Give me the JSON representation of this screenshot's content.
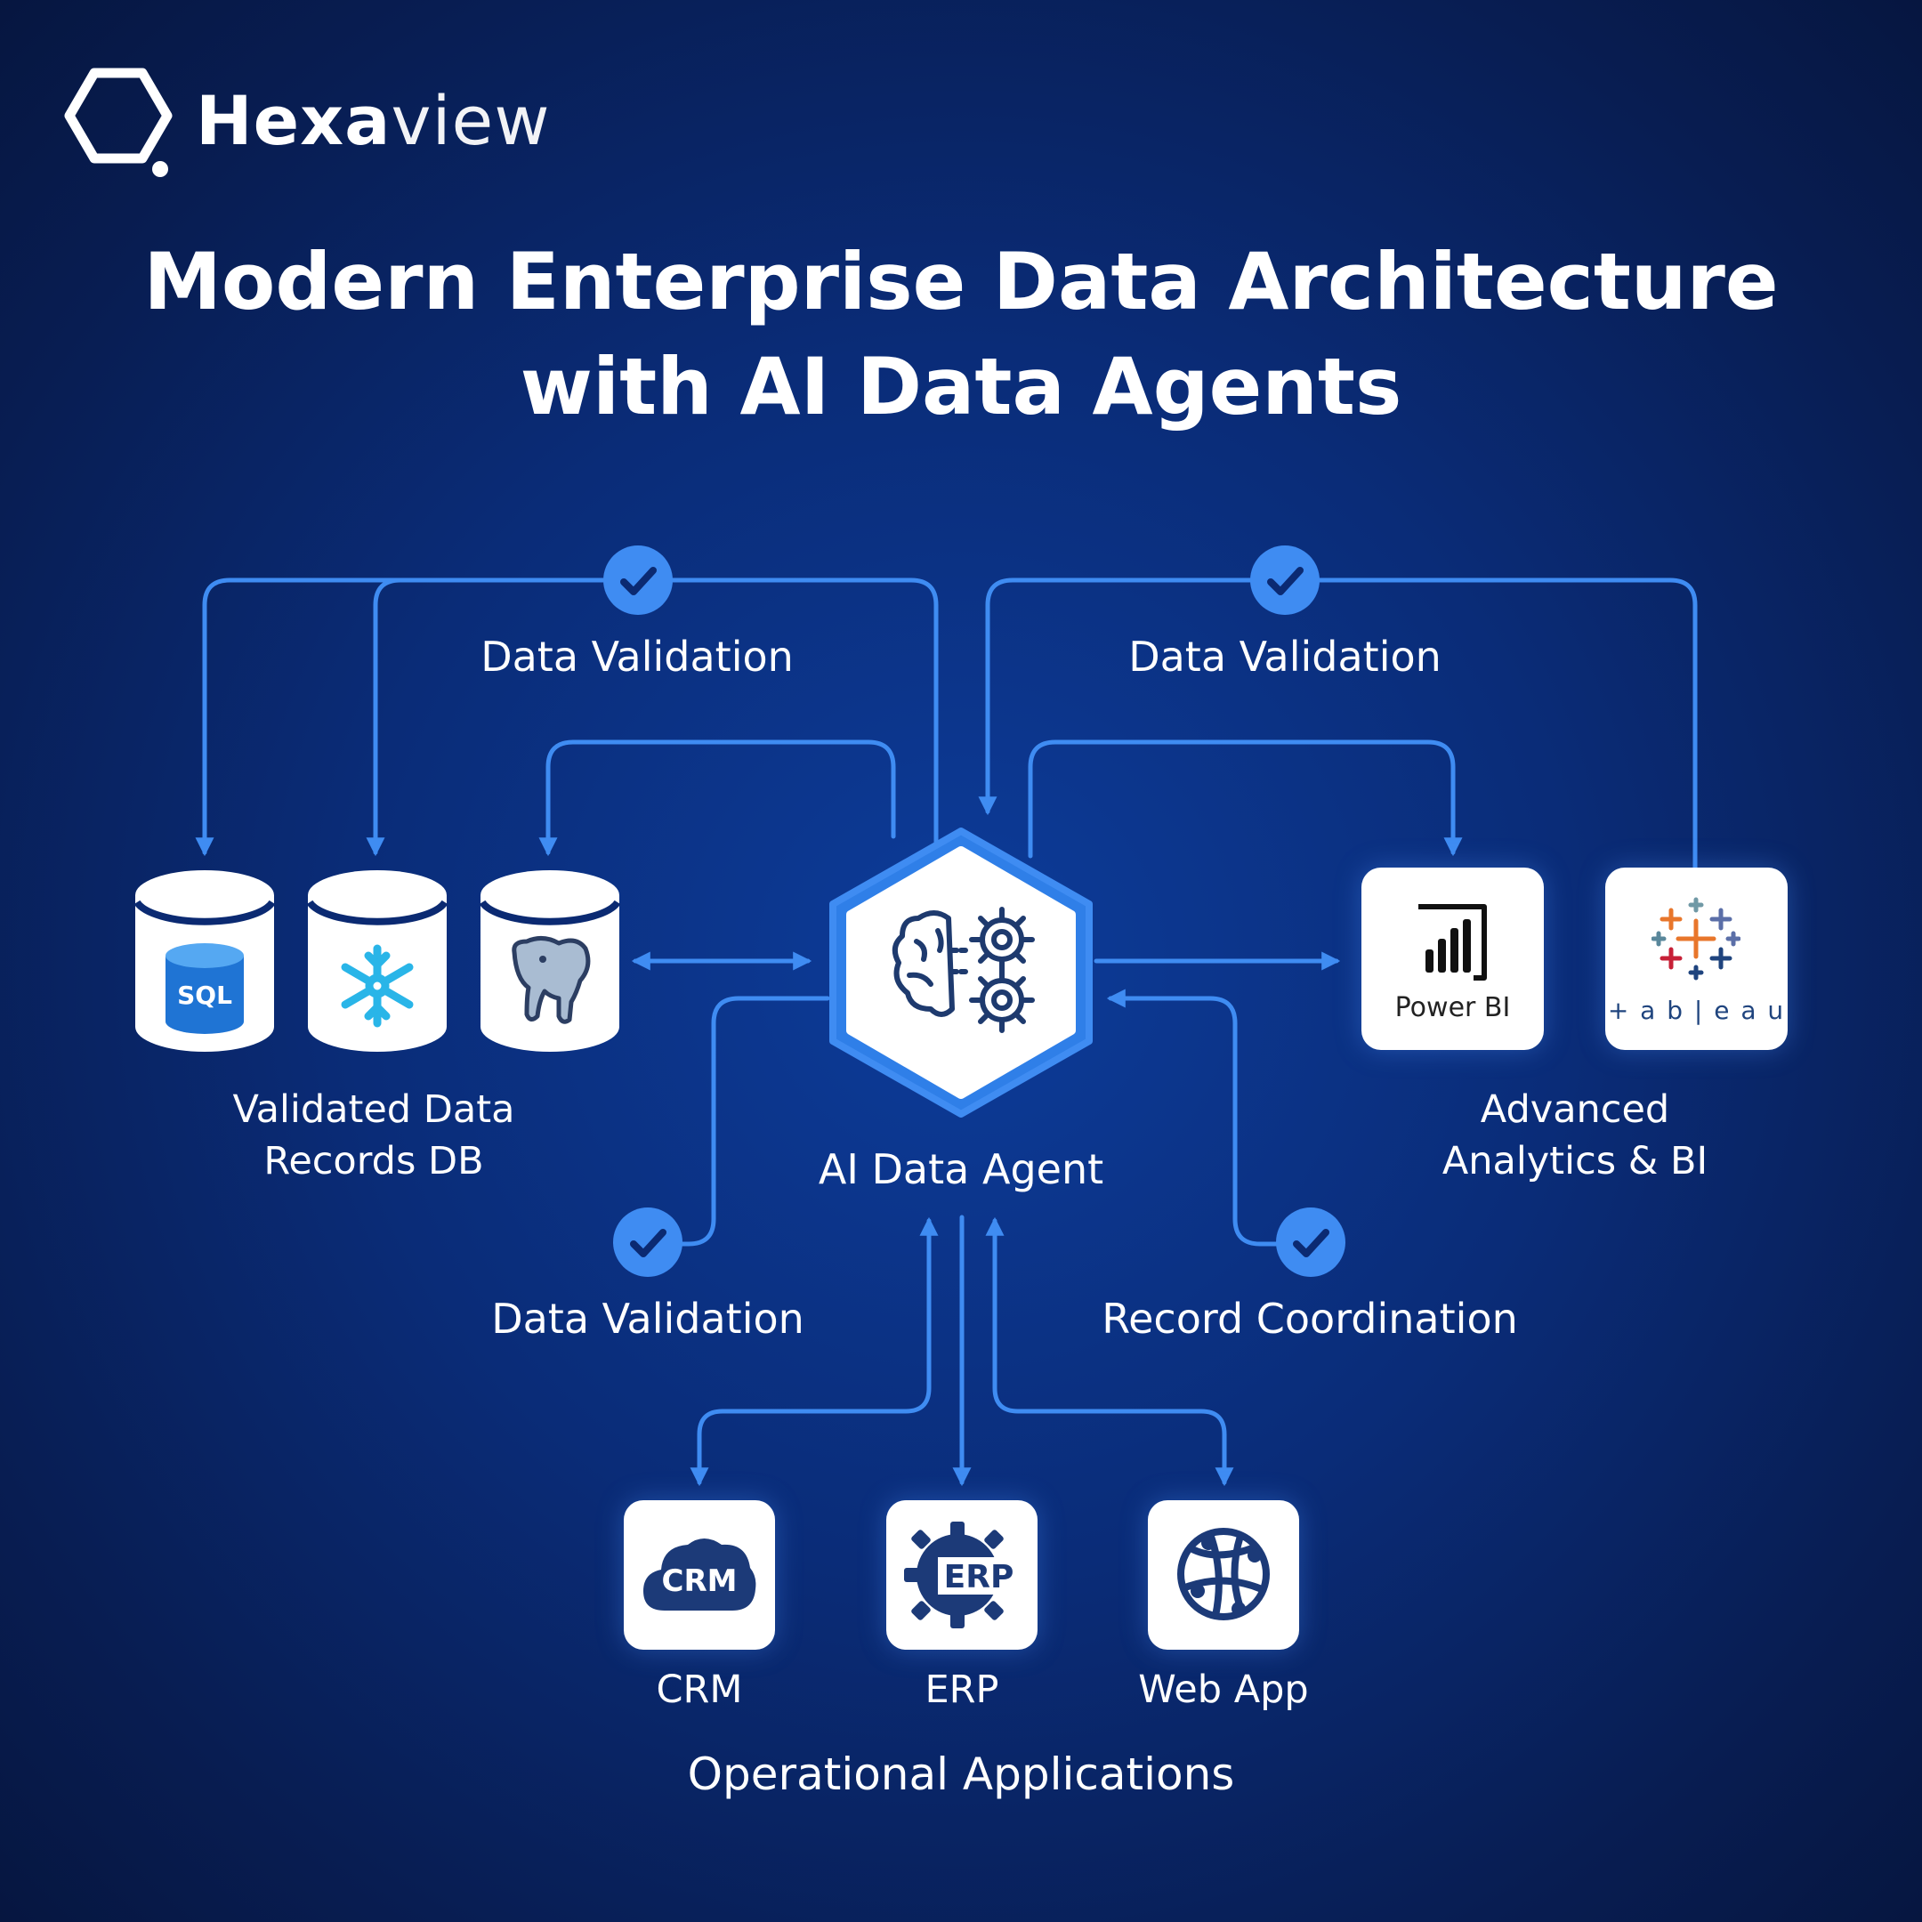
{
  "brand": {
    "name_bold": "Hexa",
    "name_light": "view"
  },
  "title": {
    "line1": "Modern Enterprise Data Architecture",
    "line2": "with AI Data Agents"
  },
  "center": {
    "label": "AI Data Agent"
  },
  "flows": {
    "top_left": "Data Validation",
    "top_right": "Data Validation",
    "bottom_left": "Data Validation",
    "bottom_right": "Record Coordination"
  },
  "databases": {
    "label_line1": "Validated Data",
    "label_line2": "Records DB",
    "items": [
      {
        "icon": "sql-server-icon",
        "text": "SQL"
      },
      {
        "icon": "snowflake-icon"
      },
      {
        "icon": "postgresql-elephant-icon"
      }
    ]
  },
  "analytics": {
    "label_line1": "Advanced",
    "label_line2": "Analytics & BI",
    "items": [
      {
        "icon": "power-bi-icon",
        "caption": "Power BI"
      },
      {
        "icon": "tableau-icon",
        "caption": "+ a b | e a u"
      }
    ]
  },
  "applications": {
    "label": "Operational Applications",
    "items": [
      {
        "icon": "crm-cloud-icon",
        "badge": "CRM",
        "caption": "CRM"
      },
      {
        "icon": "erp-gear-icon",
        "badge": "ERP",
        "caption": "ERP"
      },
      {
        "icon": "web-globe-icon",
        "caption": "Web App"
      }
    ]
  },
  "colors": {
    "accent": "#3f8cf2",
    "line": "#3f8cf2",
    "background": "#0a2c78",
    "icon_dark": "#1e3a6e"
  }
}
